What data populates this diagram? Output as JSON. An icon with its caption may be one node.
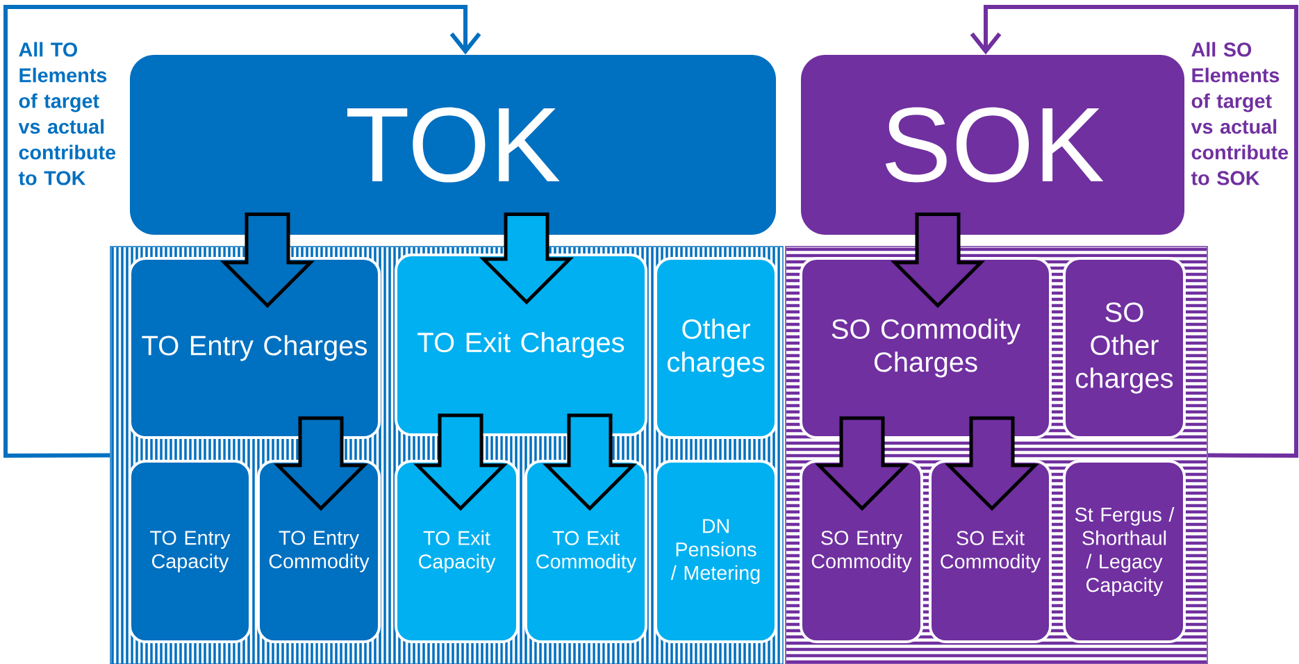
{
  "diagram": {
    "nodes": [
      {
        "text": [
          "TOK"
        ]
      },
      {
        "text": [
          "SOK"
        ]
      },
      {
        "text": [],
        "shape": "box"
      },
      {
        "text": [],
        "shape": "box"
      },
      {
        "text": [
          "TO Entry Charges"
        ],
        "in": 2
      },
      {
        "text": [
          "TO Exit Charges"
        ],
        "in": 2
      },
      {
        "text": [
          "Other charges"
        ],
        "in": 2
      },
      {
        "text": [
          "SO Commodity Charges"
        ],
        "in": 3
      },
      {
        "text": [
          "SO Other charges"
        ],
        "in": 3
      },
      {
        "text": [
          "TO Entry Capacity"
        ],
        "in": 2
      },
      {
        "text": [
          "TO Entry Commodity"
        ],
        "in": 2
      },
      {
        "text": [
          "TO Exit Capacity"
        ],
        "in": 2
      },
      {
        "text": [
          "TO Exit Commodity"
        ],
        "in": 2
      },
      {
        "text": [
          "DN Pensions / Metering"
        ],
        "in": 2
      },
      {
        "text": [
          "SO Entry Commodity"
        ],
        "in": 3
      },
      {
        "text": [
          "SO Exit Commodity"
        ],
        "in": 3
      },
      {
        "text": [
          "St Fergus / Shorthaul / Legacy Capacity"
        ],
        "in": 3
      }
    ],
    "edges": [
      {
        "from": 0,
        "to": 4,
        "arrow": "to"
      },
      {
        "from": 0,
        "to": 5,
        "arrow": "to"
      },
      {
        "from": 1,
        "to": 7,
        "arrow": "to"
      },
      {
        "from": 4,
        "to": 10,
        "arrow": "to"
      },
      {
        "from": 5,
        "to": 11,
        "arrow": "to"
      },
      {
        "from": 5,
        "to": 12,
        "arrow": "to"
      },
      {
        "from": 7,
        "to": 14,
        "arrow": "to"
      },
      {
        "from": 7,
        "to": 15,
        "arrow": "to"
      },
      {
        "from": 2,
        "to": 0,
        "arrow": "to",
        "color": "#0070c0"
      },
      {
        "from": 3,
        "to": 1,
        "arrow": "to",
        "color": "#7030a0"
      }
    ],
    "labels": [
      "All TO Elements of target vs actual contribute to TOK",
      "All SO Elements of target vs actual contribute to SOK"
    ]
  }
}
